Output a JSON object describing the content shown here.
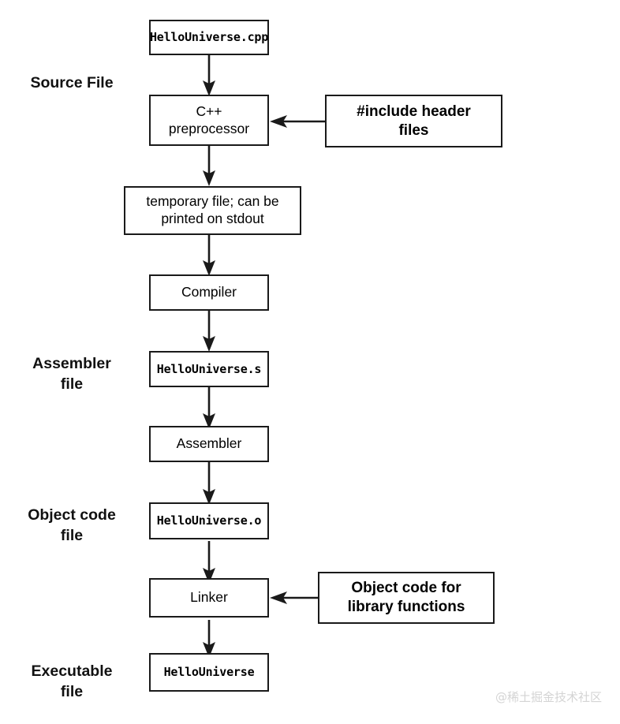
{
  "diagram": {
    "title": "C++ compilation process flowchart",
    "stroke_color": "#1a1a1a",
    "background_color": "#ffffff",
    "watermark": "@稀土掘金技术社区"
  },
  "side_labels": [
    {
      "id": "source-file",
      "text": "Source File"
    },
    {
      "id": "assembler-file",
      "text": "Assembler\nfile"
    },
    {
      "id": "object-code-file",
      "text": "Object code\nfile"
    },
    {
      "id": "executable-file",
      "text": "Executable\nfile"
    }
  ],
  "nodes": [
    {
      "id": "hellouniverse-cpp",
      "text": "HelloUniverse.cpp",
      "style": "mono"
    },
    {
      "id": "cpp-preprocessor",
      "text": "C++\npreprocessor",
      "style": "sans"
    },
    {
      "id": "include-header-files",
      "text": "#include header\nfiles",
      "style": "sans-bold"
    },
    {
      "id": "temporary-file",
      "text": "temporary file; can be\nprinted on stdout",
      "style": "sans"
    },
    {
      "id": "compiler",
      "text": "Compiler",
      "style": "sans"
    },
    {
      "id": "hellouniverse-s",
      "text": "HelloUniverse.s",
      "style": "mono"
    },
    {
      "id": "assembler",
      "text": "Assembler",
      "style": "sans"
    },
    {
      "id": "hellouniverse-o",
      "text": "HelloUniverse.o",
      "style": "mono"
    },
    {
      "id": "linker",
      "text": "Linker",
      "style": "sans"
    },
    {
      "id": "object-code-library",
      "text": "Object code for\nlibrary functions",
      "style": "sans-bold"
    },
    {
      "id": "hellouniverse-exe",
      "text": "HelloUniverse",
      "style": "mono"
    }
  ],
  "edges": [
    {
      "id": "edge-cpp-to-preprocessor",
      "from": "hellouniverse-cpp",
      "to": "cpp-preprocessor",
      "direction": "down"
    },
    {
      "id": "edge-include-to-preprocessor",
      "from": "include-header-files",
      "to": "cpp-preprocessor",
      "direction": "left"
    },
    {
      "id": "edge-preprocessor-to-temp",
      "from": "cpp-preprocessor",
      "to": "temporary-file",
      "direction": "down"
    },
    {
      "id": "edge-temp-to-compiler",
      "from": "temporary-file",
      "to": "compiler",
      "direction": "down"
    },
    {
      "id": "edge-compiler-to-s",
      "from": "compiler",
      "to": "hellouniverse-s",
      "direction": "down"
    },
    {
      "id": "edge-s-to-assembler",
      "from": "hellouniverse-s",
      "to": "assembler",
      "direction": "down"
    },
    {
      "id": "edge-assembler-to-o",
      "from": "assembler",
      "to": "hellouniverse-o",
      "direction": "down"
    },
    {
      "id": "edge-o-to-linker",
      "from": "hellouniverse-o",
      "to": "linker",
      "direction": "down"
    },
    {
      "id": "edge-library-to-linker",
      "from": "object-code-library",
      "to": "linker",
      "direction": "left"
    },
    {
      "id": "edge-linker-to-exe",
      "from": "linker",
      "to": "hellouniverse-exe",
      "direction": "down"
    }
  ]
}
